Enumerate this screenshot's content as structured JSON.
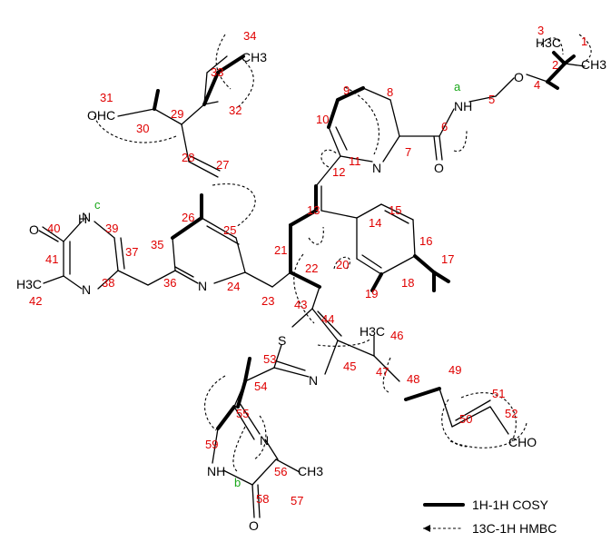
{
  "diagram": {
    "atom_numbers": [
      "1",
      "2",
      "3",
      "4",
      "5",
      "6",
      "7",
      "8",
      "9",
      "10",
      "11",
      "12",
      "13",
      "14",
      "15",
      "16",
      "17",
      "18",
      "19",
      "20",
      "21",
      "22",
      "23",
      "24",
      "25",
      "26",
      "27",
      "28",
      "29",
      "30",
      "31",
      "32",
      "33",
      "34",
      "35",
      "36",
      "37",
      "38",
      "39",
      "40",
      "41",
      "42",
      "43",
      "44",
      "45",
      "46",
      "47",
      "48",
      "49",
      "50",
      "51",
      "52",
      "53",
      "54",
      "55",
      "56",
      "57",
      "58",
      "59"
    ],
    "nh_tags": [
      "a",
      "b",
      "c"
    ],
    "groups": {
      "h3c_top": "H3C",
      "ch3_top_right": "CH3",
      "ch3_34": "CH3",
      "ohc": "OHC",
      "nh_a": "NH",
      "o_ether": "O",
      "o_amide": "O",
      "n_pyridine_top": "N",
      "o40": "O",
      "h_c": "H",
      "n_c": "N",
      "h3c_42": "H3C",
      "n_38": "N",
      "n_36": "N",
      "s": "S",
      "n_45": "N",
      "h3c_46": "H3C",
      "cho_52": "CHO",
      "nh_b": "NH",
      "n_56": "N",
      "o_58": "O",
      "ch3_57": "CH3"
    }
  },
  "legend": {
    "cosy_label": "1H-1H COSY",
    "hmbc_label": "13C-1H HMBC"
  }
}
